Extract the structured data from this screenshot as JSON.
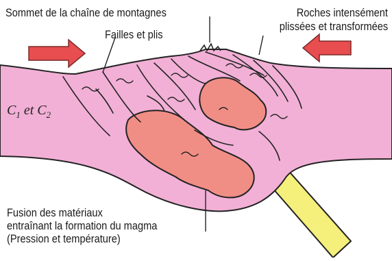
{
  "labels": {
    "summit": "Sommet de la chaîne de montagnes",
    "faults": "Failles et plis",
    "rocks_line1": "Roches intensément",
    "rocks_line2": "plissées et transformées",
    "fusion_line1": "Fusion des matériaux",
    "fusion_line2": "entraînant la formation du magma",
    "fusion_line3": "(Pression et température)"
  },
  "crust": {
    "c1": "C",
    "c1_sub": "1",
    "joiner": " et ",
    "c2": "C",
    "c2_sub": "2"
  },
  "colors": {
    "crust_fill": "#f2b0d6",
    "magma_fill": "#f08e86",
    "arrow_fill": "#e84d4f",
    "slab_fill": "#f5ef7c",
    "outline": "#222222"
  }
}
